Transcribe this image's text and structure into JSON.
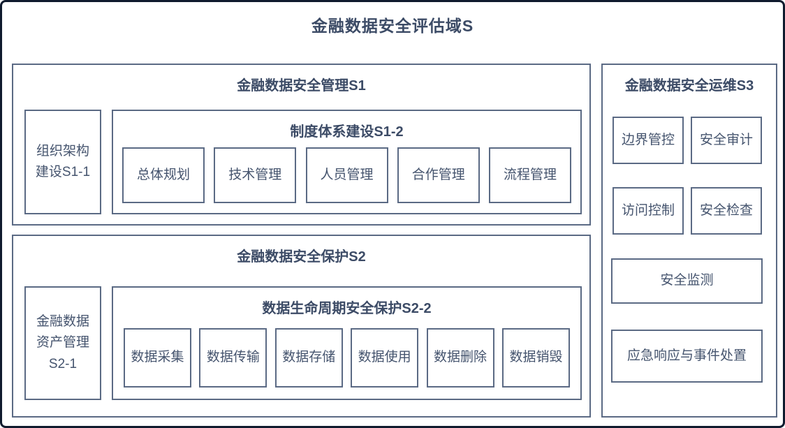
{
  "diagram": {
    "title": "金融数据安全评估域S",
    "s1": {
      "title": "金融数据安全管理S1",
      "s1_1": {
        "lines": [
          "组织架构",
          "建设S1-1"
        ]
      },
      "s1_2": {
        "title": "制度体系建设S1-2",
        "items": [
          "总体规划",
          "技术管理",
          "人员管理",
          "合作管理",
          "流程管理"
        ]
      }
    },
    "s2": {
      "title": "金融数据安全保护S2",
      "s2_1": {
        "lines": [
          "金融数据",
          "资产管理",
          "S2-1"
        ]
      },
      "s2_2": {
        "title": "数据生命周期安全保护S2-2",
        "items": [
          "数据采集",
          "数据传输",
          "数据存储",
          "数据使用",
          "数据删除",
          "数据销毁"
        ]
      }
    },
    "s3": {
      "title": "金融数据安全运维S3",
      "items_grid": [
        "边界管控",
        "安全审计",
        "访问控制",
        "安全检查"
      ],
      "items_wide": [
        "安全监测",
        "应急响应与事件处置"
      ]
    },
    "colors": {
      "outer_border": "#101b2e",
      "box_border": "#5b6a84",
      "text": "#3f4e68"
    }
  }
}
